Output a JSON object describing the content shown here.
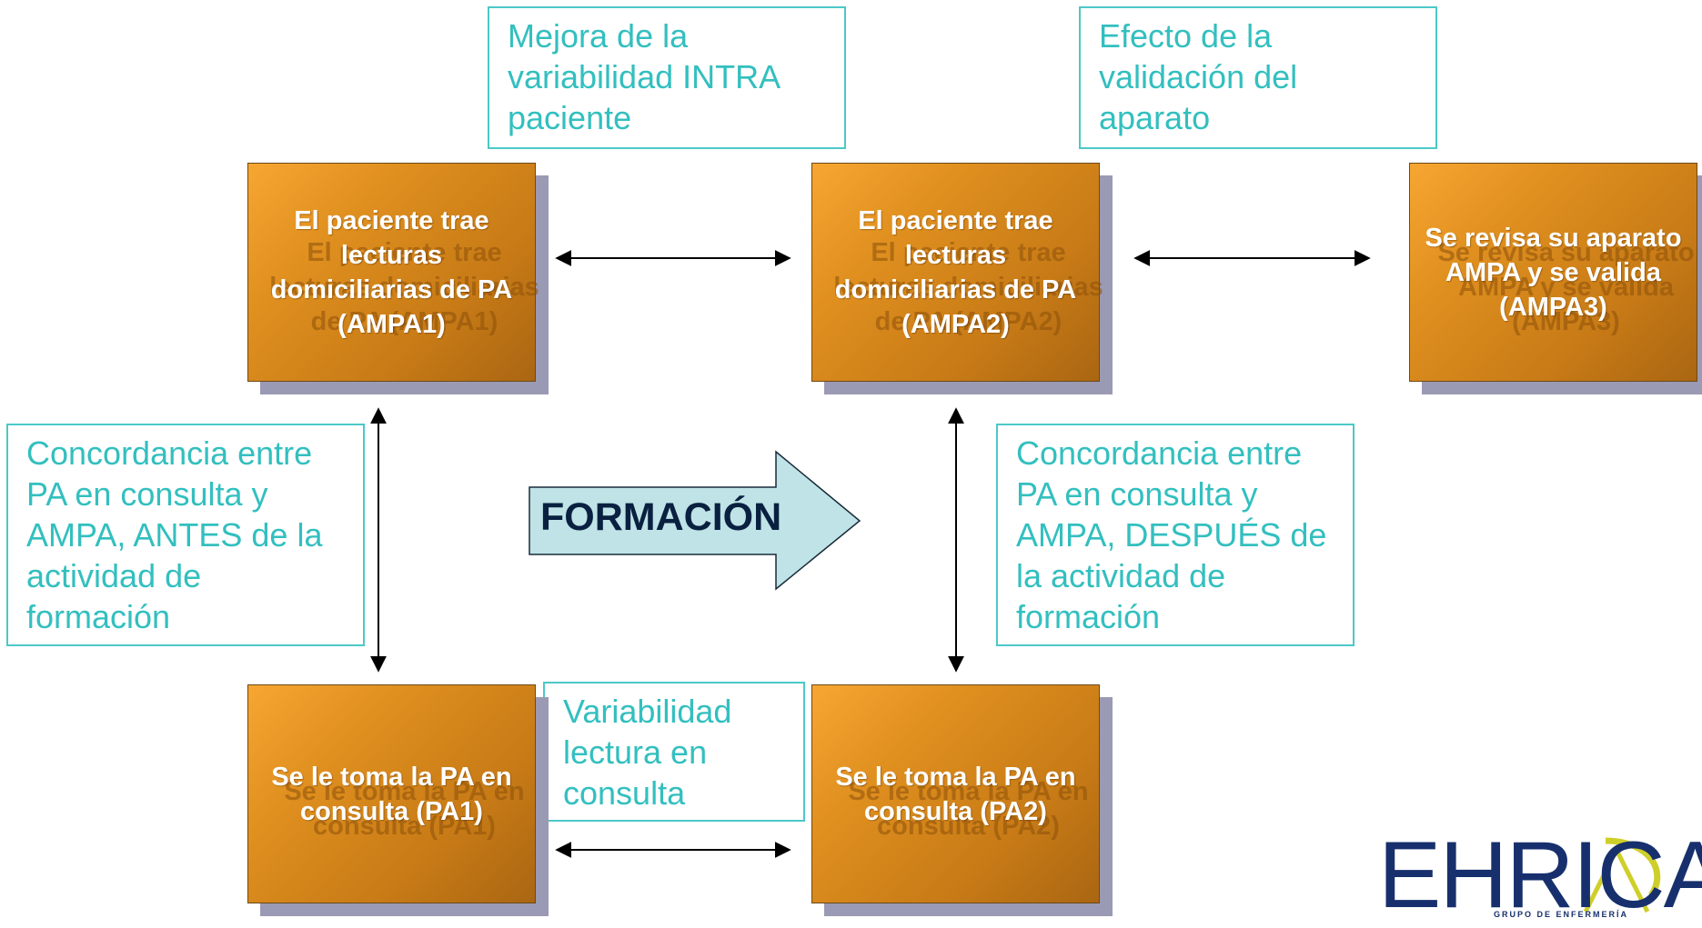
{
  "boxes": {
    "ampa1": "El paciente trae lecturas domiciliarias de PA (AMPA1)",
    "ampa2": "El paciente trae lecturas domiciliarias de PA (AMPA2)",
    "ampa3": "Se revisa su aparato AMPA y se valida (AMPA3)",
    "pa1": "Se le toma la PA en consulta (PA1)",
    "pa2": "Se le toma la PA en consulta (PA2)"
  },
  "notes": {
    "intra": "Mejora de la variabilidad INTRA paciente",
    "validation": "Efecto de la validación del aparato",
    "before": "Concordancia entre PA en consulta y AMPA, ANTES de la actividad de formación",
    "after": "Concordancia entre PA en consulta y AMPA, DESPUÉS de la actividad de formación",
    "consulta": "Variabilidad lectura en consulta"
  },
  "center_arrow": {
    "label": "FORMACIÓN"
  },
  "logo": {
    "name": "EHRICA",
    "subtitle": "GRUPO DE ENFERMERÍA"
  },
  "colors": {
    "box_orange": "#e0901f",
    "teal_text": "#33bfbf",
    "teal_border": "#4cc8c8",
    "arrow_fill": "#bfe3e6",
    "logo_blue": "#17306d",
    "logo_accent": "#cfcf2a"
  }
}
